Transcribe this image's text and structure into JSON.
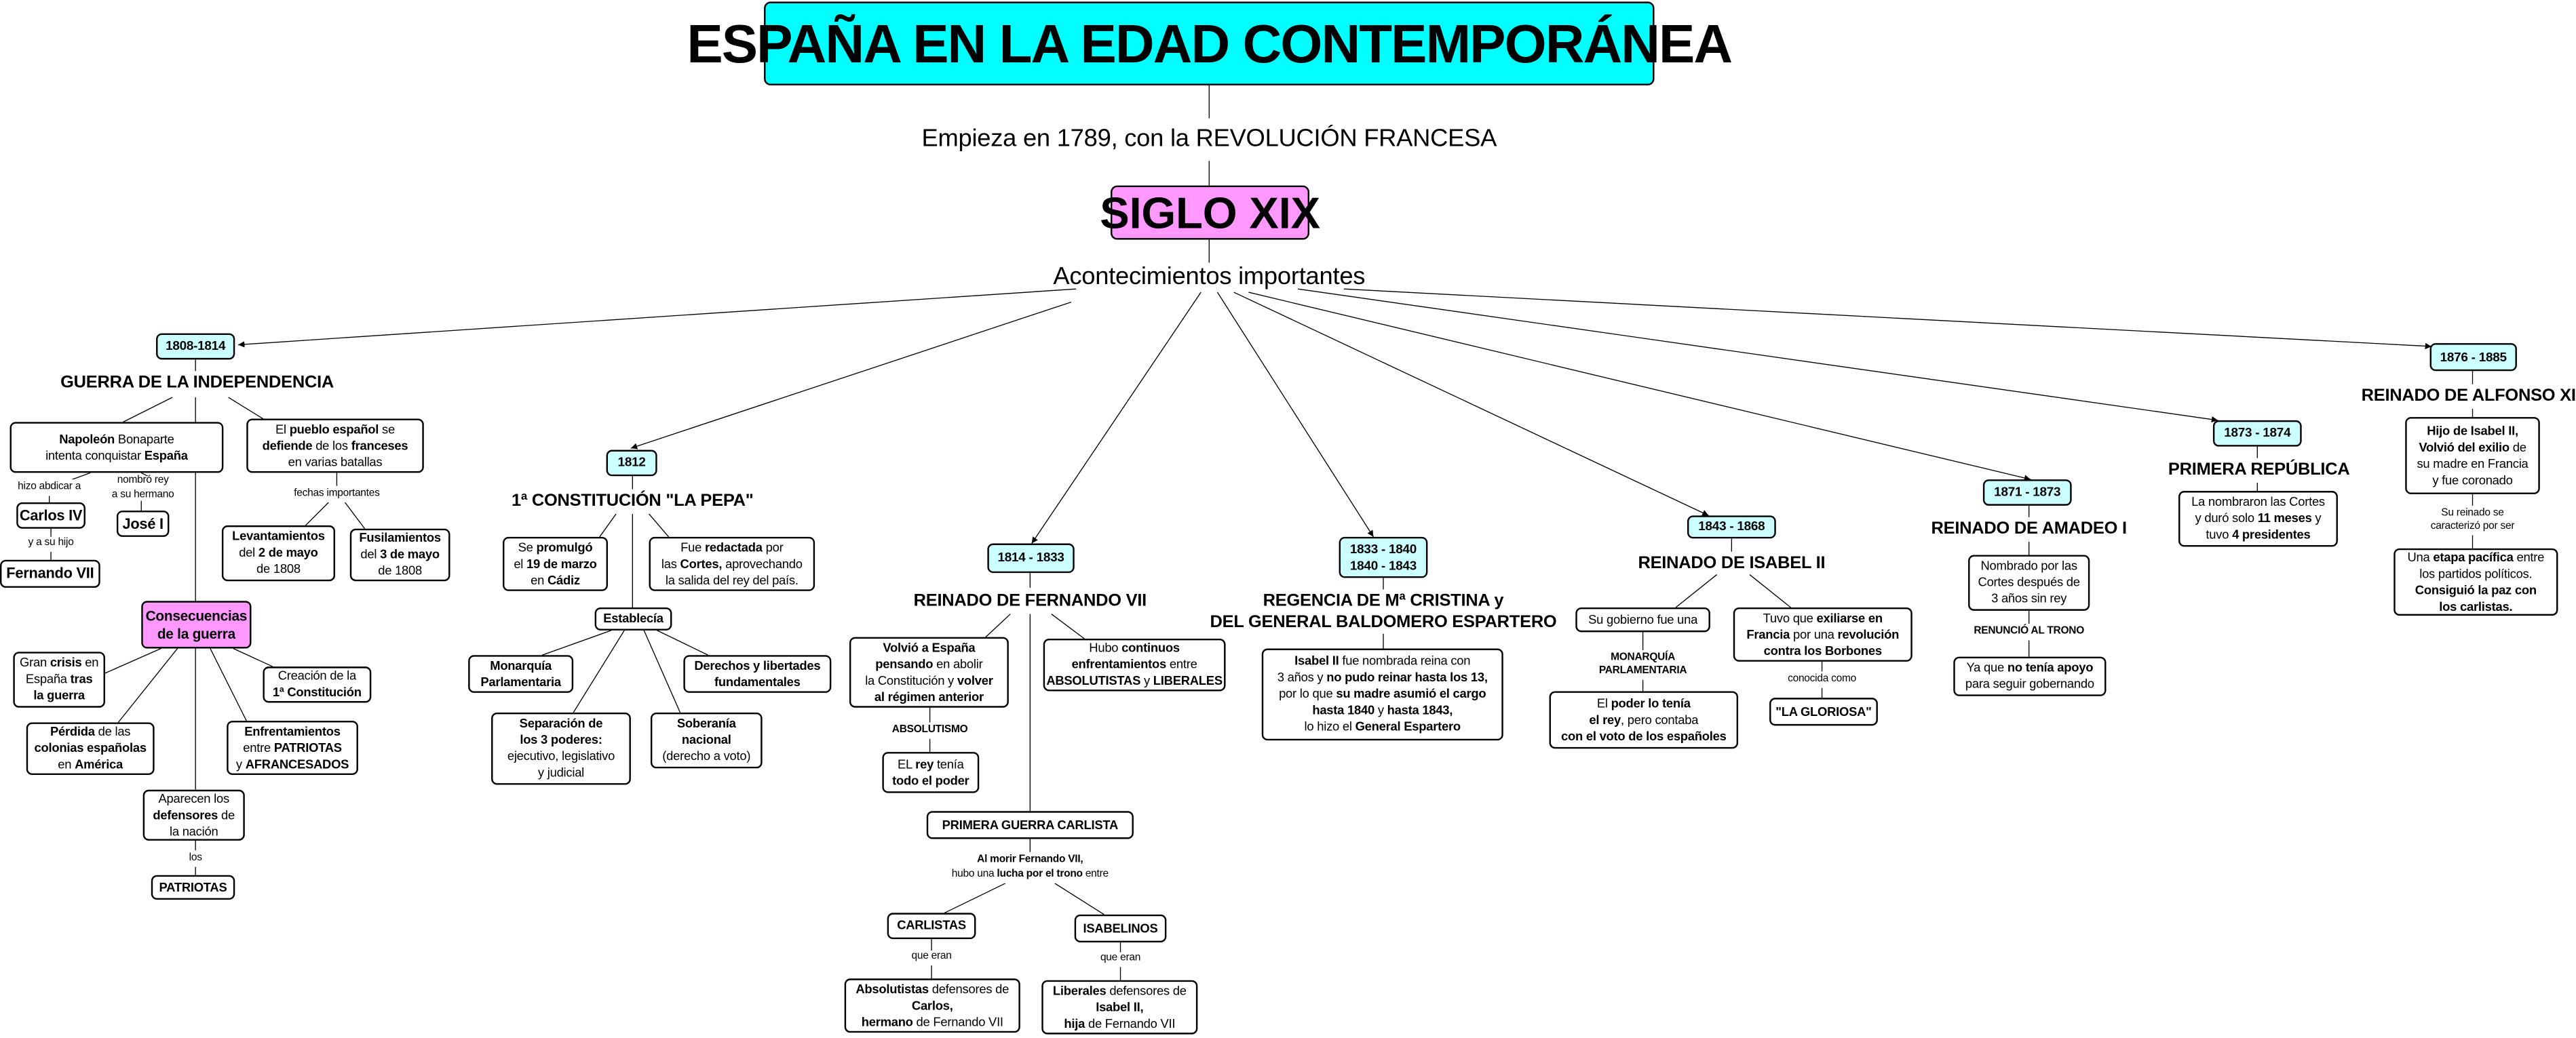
{
  "colors": {
    "title_bg": "#00FFFF",
    "highlight_bg": "#FF99FF",
    "date_bg": "#CCFFFF"
  },
  "nodes": {
    "title": {
      "parts": [
        [
          "ESPAÑA EN LA EDAD CONTEMPORÁNEA",
          1
        ]
      ]
    },
    "intro": {
      "parts": [
        [
          "Empieza en 1789, con la REVOLUCIÓN FRANCESA",
          0
        ]
      ]
    },
    "siglo": {
      "parts": [
        [
          "SIGLO XIX",
          1
        ]
      ]
    },
    "acont": {
      "parts": [
        [
          "Acontecimientos importantes",
          0
        ]
      ]
    },
    "d1808": {
      "parts": [
        [
          "1808-1814",
          1
        ]
      ]
    },
    "guerra": {
      "parts": [
        [
          "GUERRA DE LA INDEPENDENCIA",
          1
        ]
      ]
    },
    "napoleon": {
      "parts": [
        [
          "Napoleón",
          1
        ],
        [
          " Bonaparte\nintenta conquistar ",
          0
        ],
        [
          "España",
          1
        ]
      ]
    },
    "lbl_abdicar": {
      "parts": [
        [
          "hizo abdicar a",
          0
        ]
      ]
    },
    "lbl_nombro": {
      "parts": [
        [
          "nombró rey\na su hermano",
          0
        ]
      ]
    },
    "carlos4": {
      "parts": [
        [
          "Carlos IV",
          1
        ]
      ]
    },
    "lbl_hijo": {
      "parts": [
        [
          "y a su hijo",
          0
        ]
      ]
    },
    "fernando7": {
      "parts": [
        [
          "Fernando VII",
          1
        ]
      ]
    },
    "jose1": {
      "parts": [
        [
          "José I",
          1
        ]
      ]
    },
    "pueblo": {
      "parts": [
        [
          "El ",
          0
        ],
        [
          "pueblo español",
          1
        ],
        [
          " se\n",
          0
        ],
        [
          "defiende",
          1
        ],
        [
          " de los ",
          0
        ],
        [
          "franceses",
          1
        ],
        [
          "\nen varias batallas",
          0
        ]
      ]
    },
    "lbl_fechas": {
      "parts": [
        [
          "fechas importantes",
          0
        ]
      ]
    },
    "levant": {
      "parts": [
        [
          "Levantamientos",
          1
        ],
        [
          "\ndel ",
          0
        ],
        [
          "2 de mayo",
          1
        ],
        [
          "\nde 1808",
          0
        ]
      ]
    },
    "fusil": {
      "parts": [
        [
          "Fusilamientos",
          1
        ],
        [
          "\ndel ",
          0
        ],
        [
          "3 de mayo",
          1
        ],
        [
          "\nde 1808",
          0
        ]
      ]
    },
    "consec": {
      "parts": [
        [
          "Consecuencias\nde la guerra",
          1
        ]
      ]
    },
    "crisis": {
      "parts": [
        [
          "Gran ",
          0
        ],
        [
          "crisis",
          1
        ],
        [
          " en\nEspaña ",
          0
        ],
        [
          "tras\nla guerra",
          1
        ]
      ]
    },
    "perdida": {
      "parts": [
        [
          "Pérdida",
          1
        ],
        [
          " de las\n",
          0
        ],
        [
          "colonias españolas",
          1
        ],
        [
          "\nen ",
          0
        ],
        [
          "América",
          1
        ]
      ]
    },
    "creacion": {
      "parts": [
        [
          "Creación de la\n",
          0
        ],
        [
          "1ª Constitución",
          1
        ]
      ]
    },
    "enfrent": {
      "parts": [
        [
          "Enfrentamientos",
          1
        ],
        [
          "\nentre ",
          0
        ],
        [
          "PATRIOTAS",
          1
        ],
        [
          "\ny ",
          0
        ],
        [
          "AFRANCESADOS",
          1
        ]
      ]
    },
    "aparecen": {
      "parts": [
        [
          "Aparecen los\n",
          0
        ],
        [
          "defensores",
          1
        ],
        [
          " de\nla nación",
          0
        ]
      ]
    },
    "lbl_los": {
      "parts": [
        [
          "los",
          0
        ]
      ]
    },
    "patriotas": {
      "parts": [
        [
          "PATRIOTAS",
          1
        ]
      ]
    },
    "d1812": {
      "parts": [
        [
          "1812",
          1
        ]
      ]
    },
    "pepa": {
      "parts": [
        [
          "1ª CONSTITUCIÓN \"LA PEPA\"",
          1
        ]
      ]
    },
    "promulgo": {
      "parts": [
        [
          "Se ",
          0
        ],
        [
          "promulgó",
          1
        ],
        [
          "\nel ",
          0
        ],
        [
          "19 de marzo",
          1
        ],
        [
          "\nen ",
          0
        ],
        [
          "Cádiz",
          1
        ]
      ]
    },
    "redactada": {
      "parts": [
        [
          "Fue ",
          0
        ],
        [
          "redactada",
          1
        ],
        [
          " por\nlas ",
          0
        ],
        [
          "Cortes,",
          1
        ],
        [
          " aprovechando\nla salida del rey del país.",
          0
        ]
      ]
    },
    "establecia": {
      "parts": [
        [
          "Establecía",
          1
        ]
      ]
    },
    "monarquia": {
      "parts": [
        [
          "Monarquía\nParlamentaria",
          1
        ]
      ]
    },
    "derechos": {
      "parts": [
        [
          "Derechos y libertades\nfundamentales",
          1
        ]
      ]
    },
    "separacion": {
      "parts": [
        [
          "Separación de\nlos 3 poderes:",
          1
        ],
        [
          "\nejecutivo, legislativo\ny judicial",
          0
        ]
      ]
    },
    "soberania": {
      "parts": [
        [
          "Soberanía\nnacional",
          1
        ],
        [
          "\n(derecho a voto)",
          0
        ]
      ]
    },
    "d1814": {
      "parts": [
        [
          "1814 - 1833",
          1
        ]
      ]
    },
    "fernando_h": {
      "parts": [
        [
          "REINADO DE FERNANDO VII",
          1
        ]
      ]
    },
    "volvio": {
      "parts": [
        [
          "Volvió a España\npensando",
          1
        ],
        [
          " en abolir\nla Constitución y ",
          0
        ],
        [
          "volver\nal régimen anterior",
          1
        ]
      ]
    },
    "lbl_absol": {
      "parts": [
        [
          "ABSOLUTISMO",
          1
        ]
      ]
    },
    "elrey": {
      "parts": [
        [
          "EL ",
          0
        ],
        [
          "rey",
          1
        ],
        [
          " tenía\n",
          0
        ],
        [
          "todo el poder",
          1
        ]
      ]
    },
    "hubo": {
      "parts": [
        [
          "Hubo ",
          0
        ],
        [
          "continuos\nenfrentamientos",
          1
        ],
        [
          " entre\n",
          0
        ],
        [
          "ABSOLUTISTAS",
          1
        ],
        [
          " y ",
          0
        ],
        [
          "LIBERALES",
          1
        ]
      ]
    },
    "carlista_war": {
      "parts": [
        [
          "PRIMERA GUERRA CARLISTA",
          1
        ]
      ]
    },
    "lbl_morir": {
      "parts": [
        [
          "Al morir Fernando VII,",
          1
        ],
        [
          "\nhubo una ",
          0
        ],
        [
          "lucha por el trono",
          1
        ],
        [
          " entre",
          0
        ]
      ]
    },
    "carlistas": {
      "parts": [
        [
          "CARLISTAS",
          1
        ]
      ]
    },
    "isabelinos": {
      "parts": [
        [
          "ISABELINOS",
          1
        ]
      ]
    },
    "lbl_que1": {
      "parts": [
        [
          "que eran",
          0
        ]
      ]
    },
    "lbl_que2": {
      "parts": [
        [
          "que eran",
          0
        ]
      ]
    },
    "absolutistas": {
      "parts": [
        [
          "Absolutistas",
          1
        ],
        [
          " defensores de\n",
          0
        ],
        [
          "Carlos,",
          1
        ],
        [
          "\n",
          0
        ],
        [
          "hermano",
          1
        ],
        [
          " de Fernando VII",
          0
        ]
      ]
    },
    "liberales": {
      "parts": [
        [
          "Liberales",
          1
        ],
        [
          " defensores de\n",
          0
        ],
        [
          "Isabel II,",
          1
        ],
        [
          "\n",
          0
        ],
        [
          "hija",
          1
        ],
        [
          " de Fernando VII",
          0
        ]
      ]
    },
    "d1833": {
      "parts": [
        [
          "1833 - 1840\n1840 - 1843",
          1
        ]
      ]
    },
    "regencia": {
      "parts": [
        [
          "REGENCIA DE Mª CRISTINA y\nDEL GENERAL BALDOMERO ESPARTERO",
          1
        ]
      ]
    },
    "isabel_box": {
      "parts": [
        [
          "Isabel II",
          1
        ],
        [
          " fue nombrada reina con\n3 años y ",
          0
        ],
        [
          "no pudo reinar hasta los 13,",
          1
        ],
        [
          "\npor lo que ",
          0
        ],
        [
          "su madre asumió el cargo\nhasta 1840",
          1
        ],
        [
          " y ",
          0
        ],
        [
          "hasta 1843,",
          1
        ],
        [
          "\nlo hizo el ",
          0
        ],
        [
          "General Espartero",
          1
        ]
      ]
    },
    "d1843": {
      "parts": [
        [
          "1843 - 1868",
          1
        ]
      ]
    },
    "isabel_h": {
      "parts": [
        [
          "REINADO DE ISABEL II",
          1
        ]
      ]
    },
    "gobierno": {
      "parts": [
        [
          "Su gobierno fue una",
          0
        ]
      ]
    },
    "lbl_monarq": {
      "parts": [
        [
          "MONARQUÍA\nPARLAMENTARIA",
          1
        ]
      ]
    },
    "poder": {
      "parts": [
        [
          "El ",
          0
        ],
        [
          "poder lo tenía\nel rey",
          1
        ],
        [
          ", pero contaba\n",
          0
        ],
        [
          "con el voto de los españoles",
          1
        ]
      ]
    },
    "exilio": {
      "parts": [
        [
          "Tuvo que ",
          0
        ],
        [
          "exiliarse en\nFrancia",
          1
        ],
        [
          " por una ",
          0
        ],
        [
          "revolución\ncontra los Borbones",
          1
        ]
      ]
    },
    "lbl_conocida": {
      "parts": [
        [
          "conocida como",
          0
        ]
      ]
    },
    "gloriosa": {
      "parts": [
        [
          "\"LA GLORIOSA\"",
          1
        ]
      ]
    },
    "d1871": {
      "parts": [
        [
          "1871 - 1873",
          1
        ]
      ]
    },
    "amadeo_h": {
      "parts": [
        [
          "REINADO DE AMADEO I",
          1
        ]
      ]
    },
    "nombrado": {
      "parts": [
        [
          "Nombrado por las\nCortes después de\n3 años sin rey",
          0
        ]
      ]
    },
    "lbl_renuncio": {
      "parts": [
        [
          "RENUNCIÓ AL TRONO",
          1
        ]
      ]
    },
    "yaque": {
      "parts": [
        [
          "Ya que ",
          0
        ],
        [
          "no tenía apoyo",
          1
        ],
        [
          "\npara seguir gobernando",
          0
        ]
      ]
    },
    "d1873": {
      "parts": [
        [
          "1873 - 1874",
          1
        ]
      ]
    },
    "republica_h": {
      "parts": [
        [
          "PRIMERA REPÚBLICA",
          1
        ]
      ]
    },
    "nombraron": {
      "parts": [
        [
          "La nombraron las Cortes\ny duró solo ",
          0
        ],
        [
          "11 meses",
          1
        ],
        [
          " y\ntuvo ",
          0
        ],
        [
          "4 presidentes",
          1
        ]
      ]
    },
    "d1876": {
      "parts": [
        [
          "1876 - 1885",
          1
        ]
      ]
    },
    "alfonso_h": {
      "parts": [
        [
          "REINADO DE ALFONSO XII",
          1
        ]
      ]
    },
    "hijo": {
      "parts": [
        [
          "Hijo de Isabel II,\nVolvió del exilio",
          1
        ],
        [
          " de\nsu madre en Francia\ny fue coronado",
          0
        ]
      ]
    },
    "lbl_reinado": {
      "parts": [
        [
          "Su reinado se\ncaracterizó por ser",
          0
        ]
      ]
    },
    "etapa": {
      "parts": [
        [
          "Una ",
          0
        ],
        [
          "etapa pacífica",
          1
        ],
        [
          " entre\nlos partidos políticos.\n",
          0
        ],
        [
          "Consiguió la paz con\nlos carlistas.",
          1
        ]
      ]
    }
  }
}
